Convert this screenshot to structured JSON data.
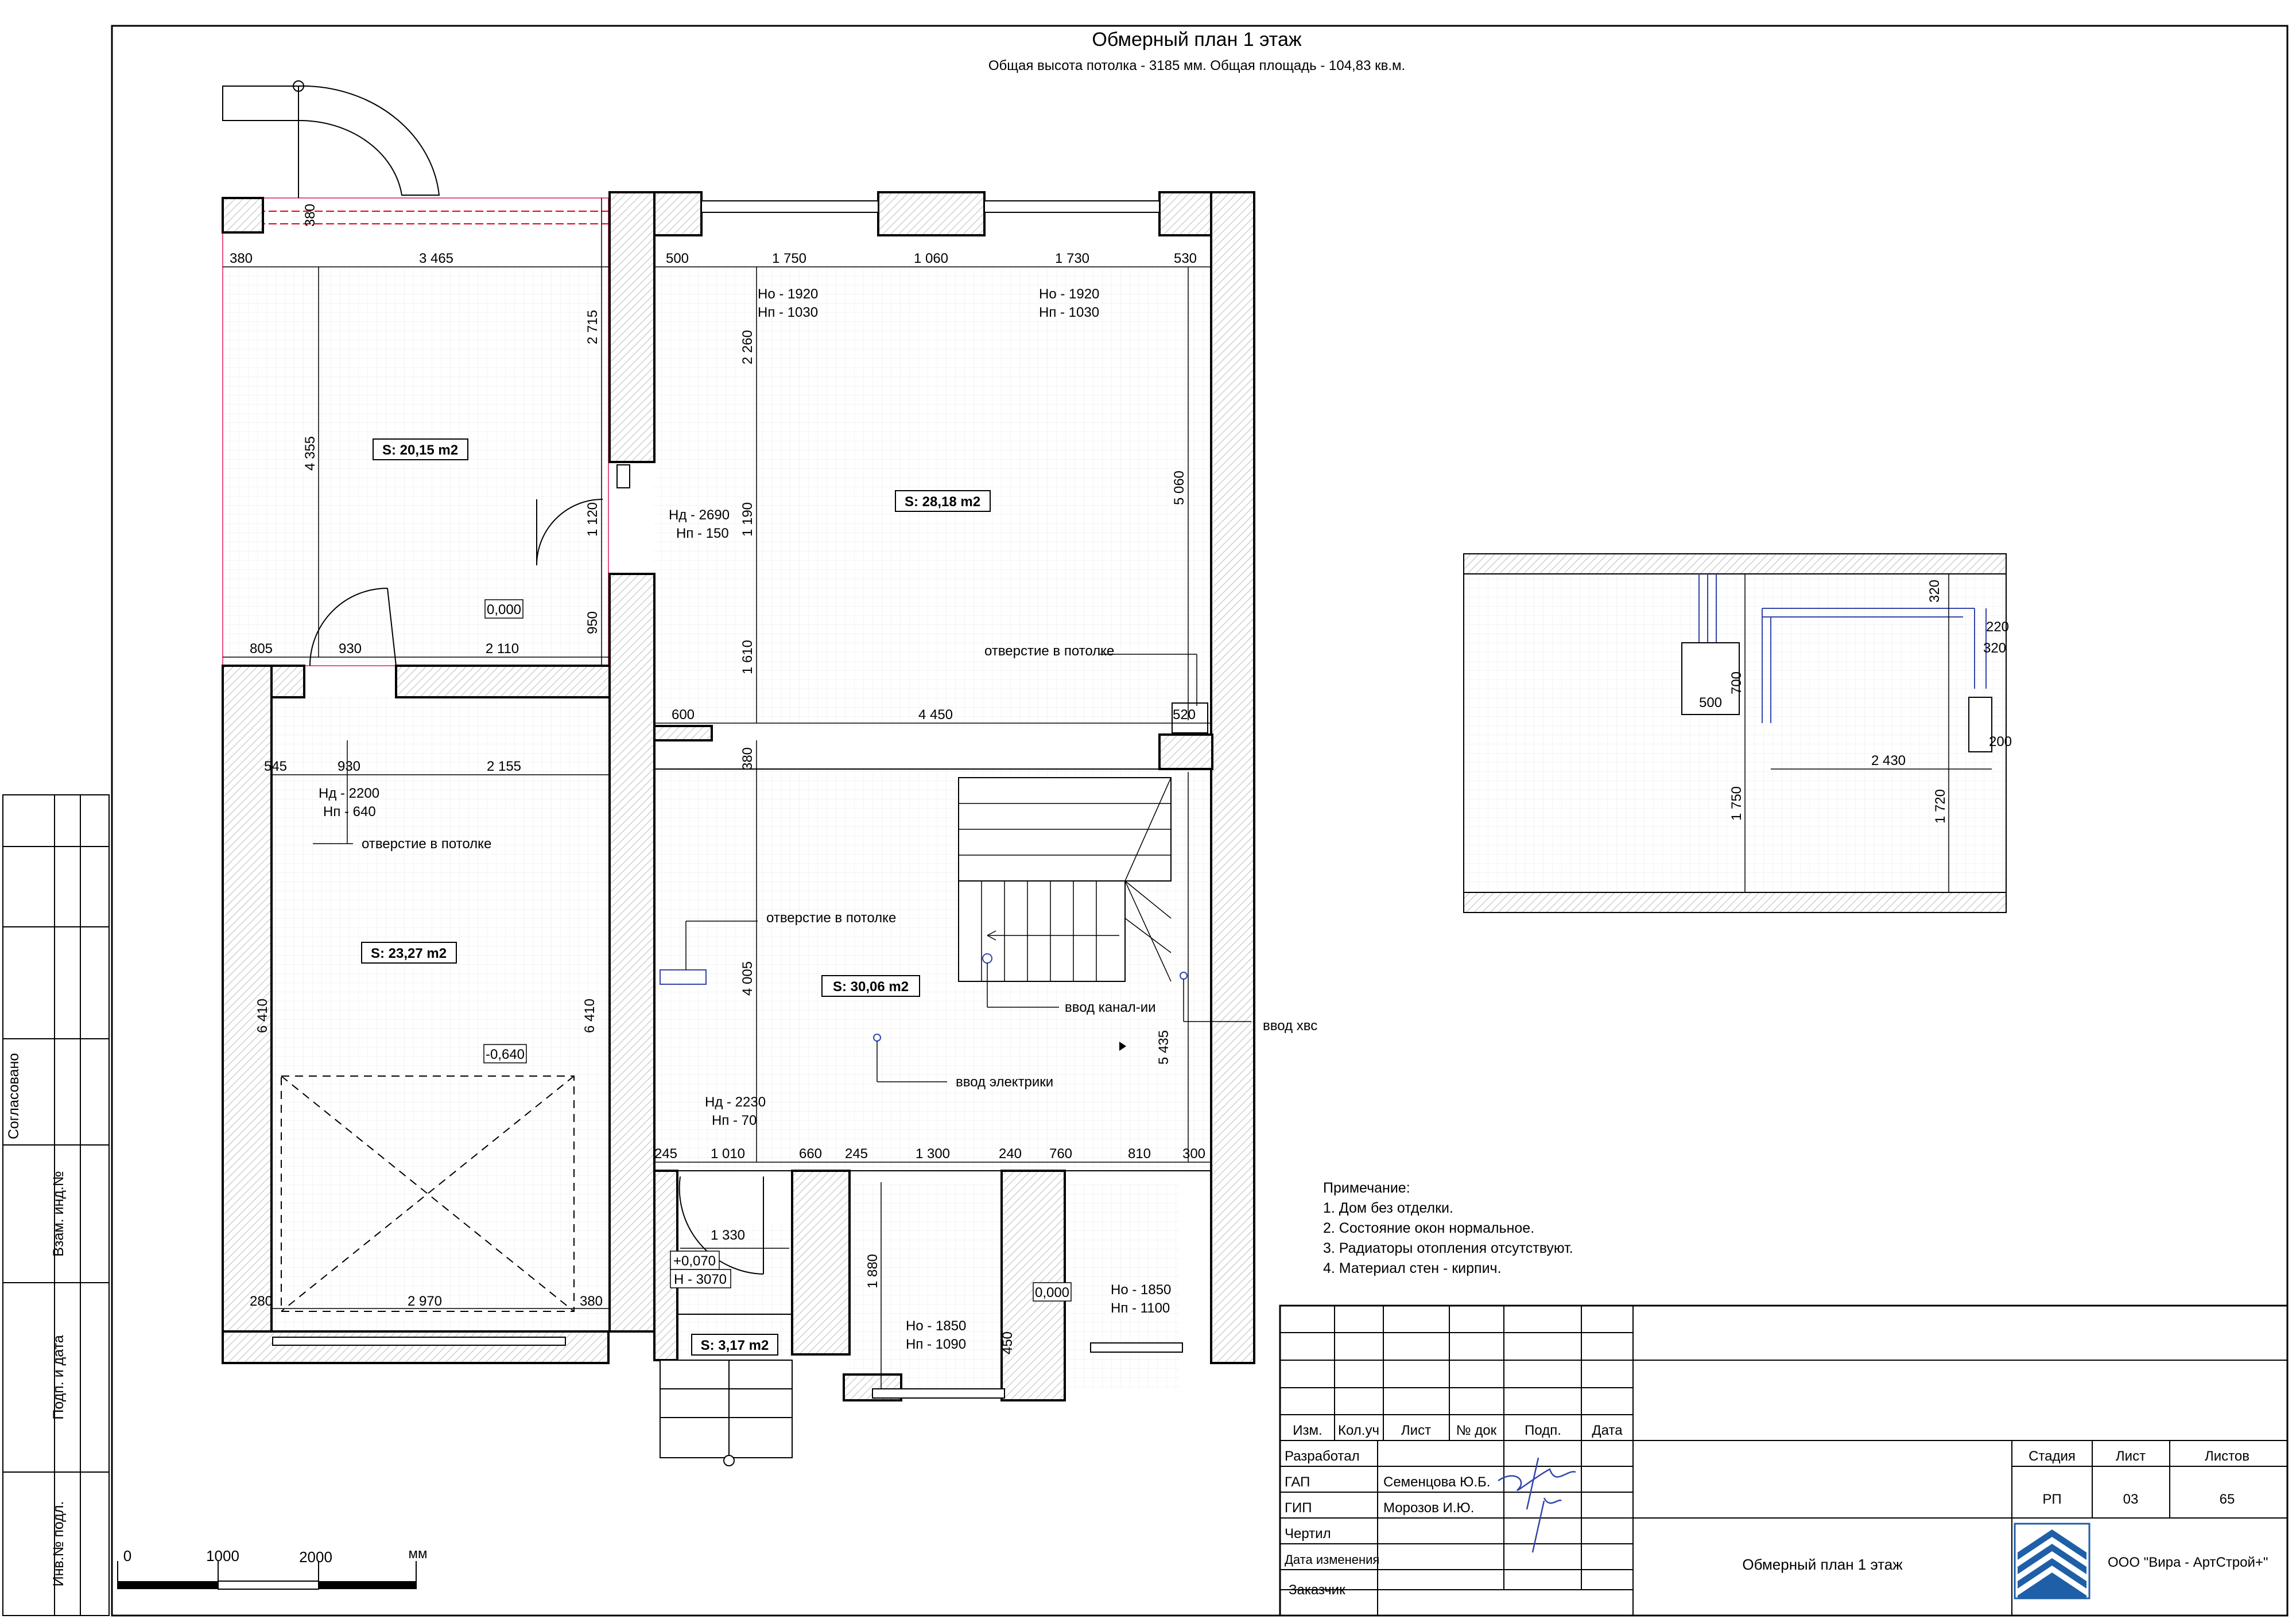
{
  "drawing": {
    "title": "Обмерный план 1 этаж",
    "subtitle": "Общая высота потолка - 3185 мм. Общая площадь - 104,83 кв.м."
  },
  "rooms": [
    {
      "id": "room-1",
      "area": "S: 20,15 m2"
    },
    {
      "id": "room-2",
      "area": "S: 28,18 m2"
    },
    {
      "id": "room-3",
      "area": "S: 23,27 m2"
    },
    {
      "id": "room-4",
      "area": "S: 30,06 m2"
    },
    {
      "id": "room-5",
      "area": "S: 3,17 m2"
    }
  ],
  "levels": [
    "0,000",
    "-0,640",
    "0,000",
    "+0,070",
    "Н - 3070"
  ],
  "openings": [
    [
      "Но - 1920",
      "Нп - 1030"
    ],
    [
      "Но - 1920",
      "Нп - 1030"
    ],
    [
      "Нд - 2690",
      "Нп - 150"
    ],
    [
      "Нд - 2200",
      "Нп - 640"
    ],
    [
      "Нд - 2230",
      "Нп - 70"
    ],
    [
      "Но - 1850",
      "Нп - 1090"
    ],
    [
      "Но - 1850",
      "Нп - 1100"
    ]
  ],
  "callouts": [
    "отверстие в потолке",
    "отверстие в потолке",
    "отверстие в потолке",
    "ввод канал-ии",
    "ввод хвс",
    "ввод электрики"
  ],
  "dimensions": {
    "top": [
      "380",
      "3 465",
      "500",
      "1 750",
      "1 060",
      "1 730",
      "530"
    ],
    "row2": [
      "805",
      "930",
      "2 110",
      "600",
      "4 450",
      "520"
    ],
    "row3": [
      "545",
      "930",
      "2 155"
    ],
    "row4": [
      "245",
      "1 010",
      "660",
      "245",
      "1 300",
      "240",
      "760",
      "810",
      "300"
    ],
    "bottom": [
      "280",
      "2 970",
      "380"
    ],
    "misc": [
      "1 330",
      "1 880",
      "450"
    ],
    "vertical": [
      "380",
      "2 715",
      "4 355",
      "2 260",
      "1 120",
      "950",
      "1 190",
      "5 060",
      "1 610",
      "380",
      "6 410",
      "6 410",
      "4 005",
      "5 435"
    ]
  },
  "detail": {
    "dims": [
      "320",
      "220",
      "320",
      "500",
      "700",
      "2 430",
      "200",
      "1 750",
      "1 720"
    ]
  },
  "notes": {
    "heading": "Примечание:",
    "items": [
      "1. Дом без отделки.",
      "2. Состояние окон нормальное.",
      "3. Радиаторы отопления отсутствуют.",
      "4. Материал стен - кирпич."
    ]
  },
  "scale_bar": {
    "labels": [
      "0",
      "1000",
      "2000"
    ],
    "unit": "мм"
  },
  "side_stamp": [
    "Согласовано",
    "Взам. инд.№",
    "Подп. и дата",
    "Инв.№ подл."
  ],
  "title_block": {
    "headers": [
      "Изм.",
      "Кол.уч",
      "Лист",
      "№ док",
      "Подп.",
      "Дата"
    ],
    "roles": [
      "Разработал",
      "ГАП",
      "ГИП",
      "Чертил",
      "Дата изменения",
      "Заказчик"
    ],
    "names": [
      "Семенцова Ю.Б.",
      "Морозов И.Ю."
    ],
    "stage_headers": [
      "Стадия",
      "Лист",
      "Листов"
    ],
    "stage_values": [
      "РП",
      "03",
      "65"
    ],
    "sheet_title": "Обмерный план 1 этаж",
    "company": "ООО \"Вира - АртСтрой+\"",
    "colors": {
      "logo": "#1f5fa8",
      "frame": "#000000",
      "accent_red": "#e0001a",
      "accent_pink": "#e75480",
      "accent_blue": "#3344aa"
    }
  }
}
